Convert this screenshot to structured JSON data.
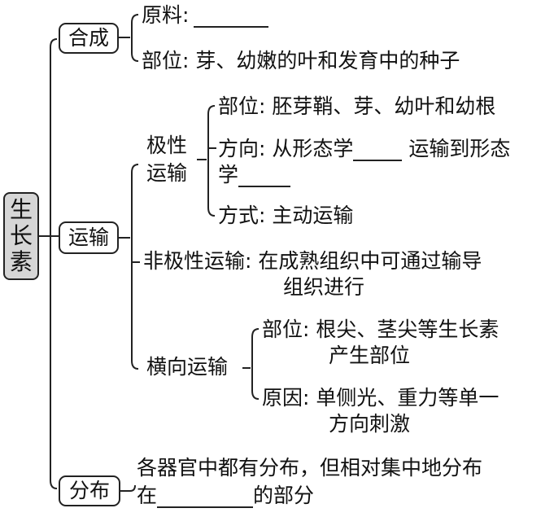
{
  "root": "生长素",
  "branches": {
    "synthesis": {
      "label": "合成",
      "raw_material": {
        "key": "原料",
        "sep": ":",
        "blank": ""
      },
      "site": {
        "key": "部位",
        "sep": ":",
        "value": "芽、幼嫩的叶和发育中的种子"
      }
    },
    "transport": {
      "label": "运输",
      "polar": {
        "label_line1": "极性",
        "label_line2": "运输",
        "site": {
          "key": "部位",
          "sep": ":",
          "value": "胚芽鞘、芽、幼叶和幼根"
        },
        "direction": {
          "key": "方向",
          "sep": ":",
          "part1": "从形态学",
          "part2": "运输到形态",
          "part3": "学"
        },
        "mode": {
          "key": "方式",
          "sep": ":",
          "value": "主动运输"
        }
      },
      "nonpolar": {
        "key": "非极性运输",
        "sep": ":",
        "line1": "在成熟组织中可通过输导",
        "line2": "组织进行"
      },
      "lateral": {
        "label": "横向运输",
        "site": {
          "key": "部位",
          "sep": ":",
          "line1": "根尖、茎尖等生长素",
          "line2": "产生部位"
        },
        "cause": {
          "key": "原因",
          "sep": ":",
          "line1": "单侧光、重力等单一",
          "line2": "方向刺激"
        }
      }
    },
    "distribution": {
      "label": "分布",
      "line1": "各器官中都有分布，但相对集中地分布",
      "line2_pre": "在",
      "line2_post": "的部分"
    }
  }
}
